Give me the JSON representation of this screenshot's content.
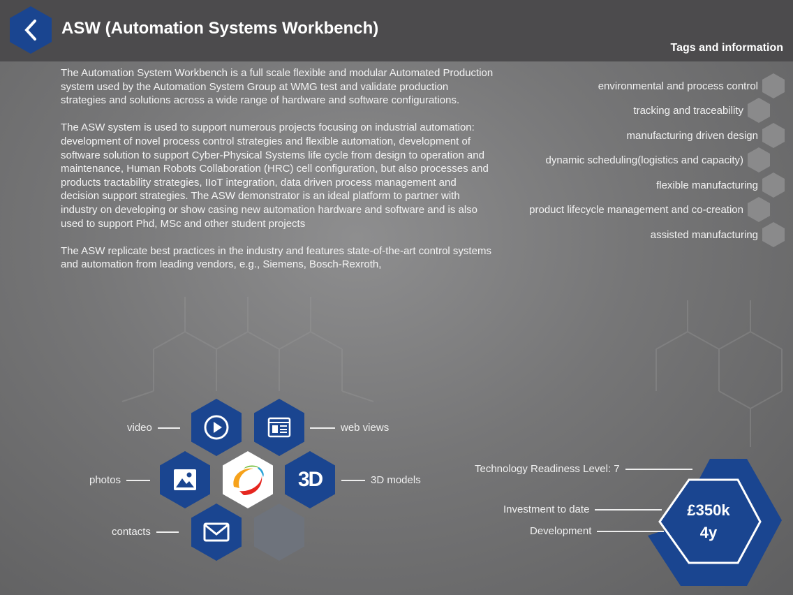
{
  "header": {
    "title": "ASW (Automation Systems Workbench)",
    "back_icon": "chevron-left-icon",
    "tags_heading": "Tags and information"
  },
  "description": {
    "paragraphs": [
      "The Automation System Workbench is a full scale flexible and modular Automated Production system used by the Automation System Group at WMG test and validate production strategies and solutions across a wide range of hardware and software configurations.",
      "The ASW system is used to support numerous projects focusing on industrial automation: development of novel process control strategies and flexible automation, development of software solution to support Cyber-Physical Systems life cycle from design to operation and maintenance, Human Robots Collaboration (HRC) cell configuration, but also processes and products tractability strategies, IIoT integration, data driven process management and decision support strategies. The ASW demonstrator is an ideal platform to partner with industry on developing or show casing new automation hardware and software and is also used to support Phd, MSc and other student projects",
      "The ASW replicate best practices in the industry and features state-of-the-art control systems and automation from leading vendors, e.g., Siemens, Bosch-Rexroth,"
    ]
  },
  "tags": [
    "environmental and process control",
    "tracking and traceability",
    "manufacturing driven design",
    "dynamic scheduling(logistics and capacity)",
    "flexible manufacturing",
    "product lifecycle management and co-creation",
    "assisted manufacturing"
  ],
  "media": {
    "video": "video",
    "web_views": "web views",
    "photos": "photos",
    "models_3d": "3D models",
    "contacts": "contacts",
    "models_3d_icon_text": "3D"
  },
  "info": {
    "trl": "Technology Readiness Level: 7",
    "investment_label": "Investment to date",
    "development_label": "Development",
    "investment_value": "£350k",
    "development_value": "4y",
    "accent": "#1a4590"
  }
}
